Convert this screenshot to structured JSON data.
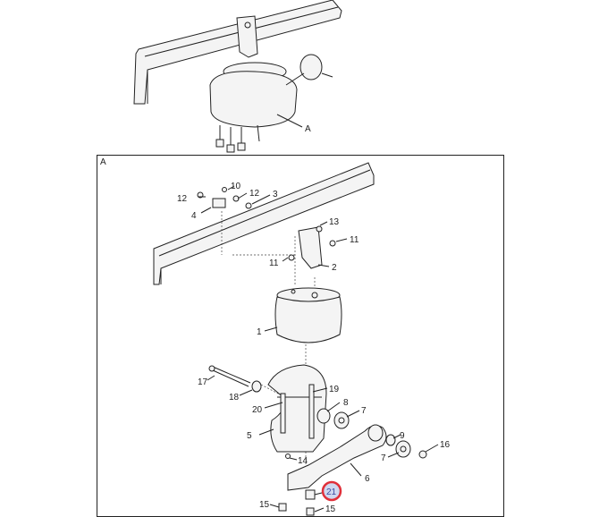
{
  "diagram": {
    "overview_label": "A",
    "detail_frame_label": "A",
    "callouts": {
      "c1": "1",
      "c2": "2",
      "c3": "3",
      "c4": "4",
      "c5": "5",
      "c6": "6",
      "c7a": "7",
      "c7b": "7",
      "c8": "8",
      "c9": "9",
      "c10": "10",
      "c11a": "11",
      "c11b": "11",
      "c12a": "12",
      "c12b": "12",
      "c13": "13",
      "c14": "14",
      "c15a": "15",
      "c15b": "15",
      "c16": "16",
      "c17": "17",
      "c18": "18",
      "c19": "19",
      "c20": "20",
      "c21": "21"
    },
    "highlight_color": "#e0303a"
  }
}
